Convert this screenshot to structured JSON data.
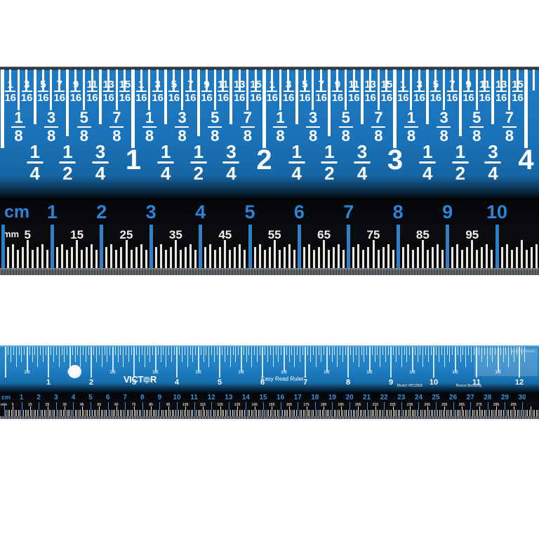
{
  "product": {
    "brand": "VICTOR",
    "brand_globe_icon": "striped-globe-icon",
    "registered_mark": "®",
    "tagline": "Easy Read Ruler",
    "trademark_mark": "™",
    "model_text": "Model VIC12SA",
    "feature_text": "Resist Bending",
    "watermark_text": "easyreadruler"
  },
  "colors": {
    "blue_face": "#1a72b8",
    "blue_face_light": "#2a8ad0",
    "black_face": "#07090c",
    "cm_number_blue": "#2e82d6",
    "tick_white": "#ffffff",
    "mm_tick": "#eae6dc",
    "page_background": "#ffffff"
  },
  "main_ruler": {
    "name": "large-ruler-closeup",
    "inch_scale": {
      "label_unit": "inch",
      "whole_numbers": [
        "1",
        "2",
        "3",
        "4"
      ],
      "sixteenths": [
        "1/16",
        "3/16",
        "5/16",
        "7/16",
        "9/16",
        "11/16",
        "13/16",
        "15/16"
      ],
      "eighths": [
        "1/8",
        "3/8",
        "5/8",
        "7/8"
      ],
      "quarters": [
        "1/4",
        "1/2",
        "3/4"
      ],
      "numerators_16": [
        "1",
        "3",
        "5",
        "7",
        "9",
        "11",
        "13",
        "15"
      ],
      "denominator_16": "16",
      "numerators_8": [
        "1",
        "3",
        "5",
        "7"
      ],
      "denominator_8": "8",
      "quarter_numerators": [
        "1",
        "1",
        "3"
      ],
      "quarter_denominators": [
        "4",
        "2",
        "4"
      ]
    },
    "metric_scale": {
      "cm_label": "cm",
      "cm_numbers": [
        "1",
        "2",
        "3",
        "4",
        "5",
        "6",
        "7",
        "8",
        "9",
        "10"
      ],
      "mm_label": "mm",
      "mm_numbers": [
        "5",
        "15",
        "25",
        "35",
        "45",
        "55",
        "65",
        "75",
        "85",
        "95"
      ]
    }
  },
  "small_ruler": {
    "name": "full-ruler-12-inch",
    "inch_numbers": [
      "1",
      "2",
      "3",
      "4",
      "5",
      "6",
      "7",
      "8",
      "9",
      "10",
      "11",
      "12"
    ],
    "cm_label": "cm",
    "cm_numbers": [
      "1",
      "2",
      "3",
      "4",
      "5",
      "6",
      "7",
      "8",
      "9",
      "10",
      "11",
      "12",
      "13",
      "14",
      "15",
      "16",
      "17",
      "18",
      "19",
      "20",
      "21",
      "22",
      "23",
      "24",
      "25",
      "26",
      "27",
      "28",
      "29",
      "30"
    ],
    "mm_label": "mm",
    "mm_numbers": [
      "5",
      "15",
      "25",
      "35",
      "45",
      "55",
      "65",
      "75",
      "85",
      "95",
      "105",
      "115",
      "125",
      "135",
      "145",
      "155",
      "165",
      "175",
      "185",
      "195",
      "205",
      "215",
      "225",
      "235",
      "245",
      "255",
      "265",
      "275",
      "285",
      "295"
    ],
    "fraction_label": "1/2"
  }
}
